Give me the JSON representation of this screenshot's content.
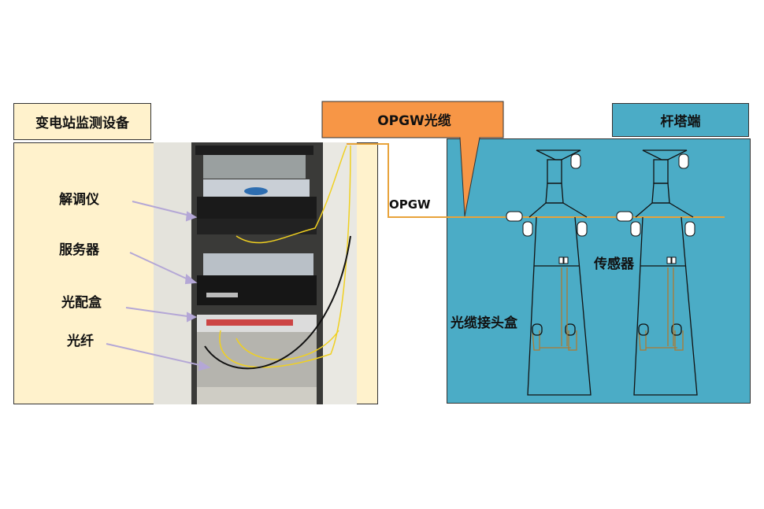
{
  "substation_label": "变电站监测设备",
  "tower_label": "杆塔端",
  "callout_label": "OPGW光缆",
  "opgw_line_label": "OPGW",
  "equipment_labels": {
    "demodulator": "解调仪",
    "server": "服务器",
    "odf": "光配盒",
    "fiber": "光纤"
  },
  "tower_labels": {
    "sensor": "传感器",
    "splice_box": "光缆接头盒"
  },
  "colors": {
    "substation_bg": "#fff2cc",
    "tower_bg": "#4bacc6",
    "callout_bg": "#f79646",
    "opgw_line": "#e8a33a",
    "fiber_yellow": "#f0d020"
  }
}
